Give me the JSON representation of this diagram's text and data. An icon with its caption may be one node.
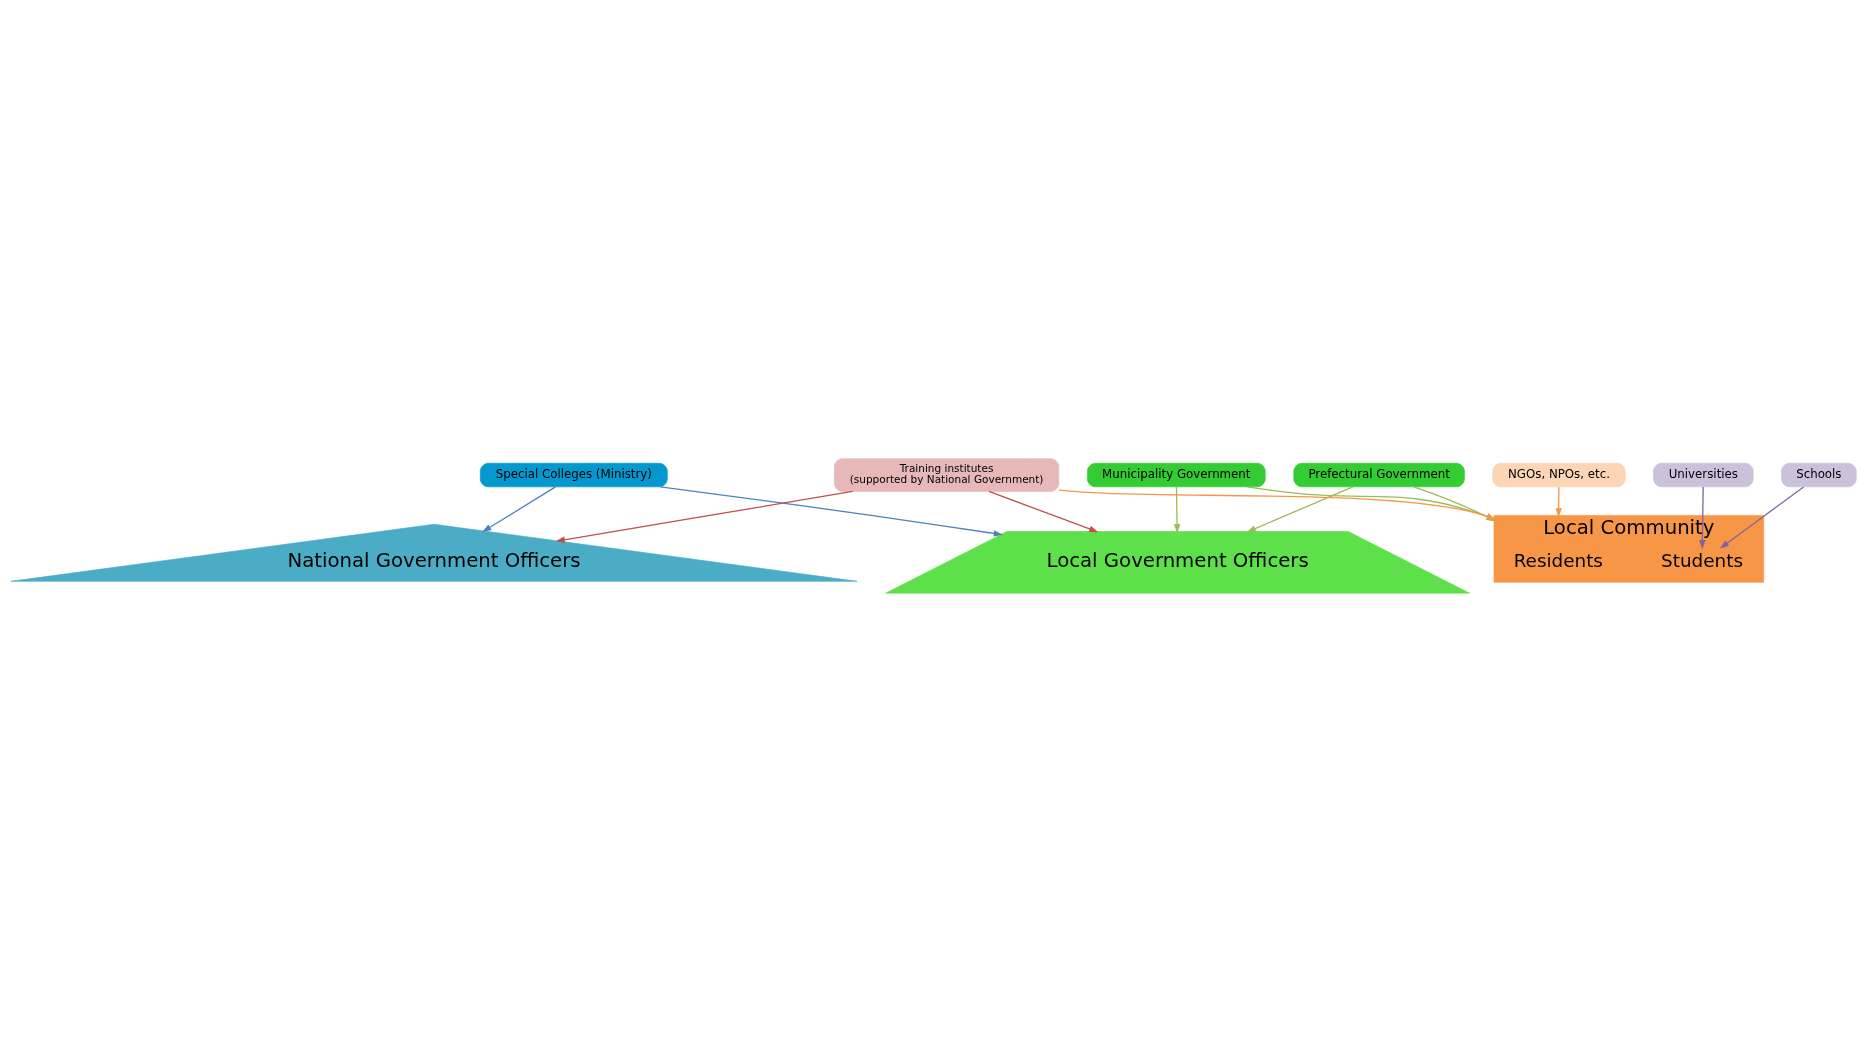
{
  "diagram": {
    "nodes": [
      {
        "text": [
          "Special Colleges (Ministry)"
        ]
      },
      {
        "text": [
          "Prefectural Government"
        ]
      },
      {
        "text": [
          "Municipality Government"
        ]
      },
      {
        "text": [
          "National Government Officers"
        ]
      },
      {
        "text": [
          "Local Government Officers"
        ]
      },
      {
        "text": [
          "Local Community"
        ]
      },
      {
        "text": [
          "Residents"
        ],
        "in": 5
      },
      {
        "text": [
          "Students"
        ],
        "in": 5
      },
      {
        "text": [
          "Training institutes",
          "(supported by National Government)"
        ]
      },
      {
        "text": [
          "Universities"
        ]
      },
      {
        "text": [
          "NGOs, NPOs, etc."
        ]
      },
      {
        "text": [
          "Schools"
        ]
      }
    ],
    "edges": [
      {
        "from": 0,
        "to": 3,
        "arrow": "to",
        "color": "#4f81bd"
      },
      {
        "from": 0,
        "to": 4,
        "arrow": "to",
        "color": "#4f81bd"
      },
      {
        "from": 1,
        "to": 4,
        "arrow": "to"
      },
      {
        "from": 1,
        "to": 5,
        "arrow": "to"
      },
      {
        "from": 2,
        "to": 4,
        "arrow": "to"
      },
      {
        "from": 2,
        "to": 5,
        "arrow": "to"
      },
      {
        "from": 8,
        "to": 3,
        "arrow": "to",
        "color": "#c0504d"
      },
      {
        "from": 8,
        "to": 4,
        "arrow": "to",
        "color": "#c0504d"
      },
      {
        "from": 8,
        "to": 5,
        "arrow": "to",
        "color": "#f79646"
      },
      {
        "from": 9,
        "to": 7,
        "arrow": "to",
        "color": "#8064a2"
      },
      {
        "from": 10,
        "to": 5,
        "arrow": "to",
        "color": "#f79646"
      },
      {
        "from": 11,
        "to": 7,
        "arrow": "to",
        "color": "#8064a2"
      }
    ]
  }
}
